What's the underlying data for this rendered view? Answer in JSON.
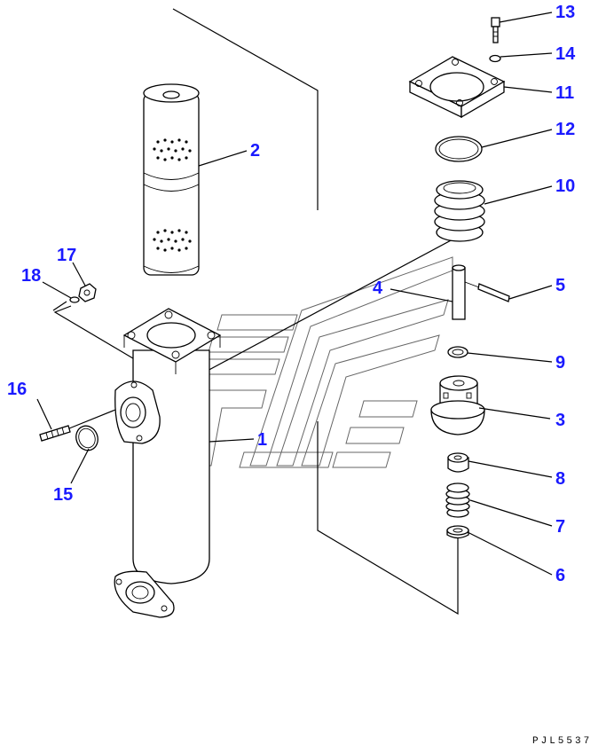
{
  "drawing_code": "PJL5537",
  "callouts": [
    {
      "id": "c1",
      "label": "1"
    },
    {
      "id": "c2",
      "label": "2"
    },
    {
      "id": "c3",
      "label": "3"
    },
    {
      "id": "c4",
      "label": "4"
    },
    {
      "id": "c5",
      "label": "5"
    },
    {
      "id": "c6",
      "label": "6"
    },
    {
      "id": "c7",
      "label": "7"
    },
    {
      "id": "c8",
      "label": "8"
    },
    {
      "id": "c9",
      "label": "9"
    },
    {
      "id": "c10",
      "label": "10"
    },
    {
      "id": "c11",
      "label": "11"
    },
    {
      "id": "c12",
      "label": "12"
    },
    {
      "id": "c13",
      "label": "13"
    },
    {
      "id": "c14",
      "label": "14"
    },
    {
      "id": "c15",
      "label": "15"
    },
    {
      "id": "c16",
      "label": "16"
    },
    {
      "id": "c17",
      "label": "17"
    },
    {
      "id": "c18",
      "label": "18"
    }
  ],
  "colors": {
    "callout": "#1a1aff",
    "line": "#000000",
    "background": "#ffffff"
  }
}
